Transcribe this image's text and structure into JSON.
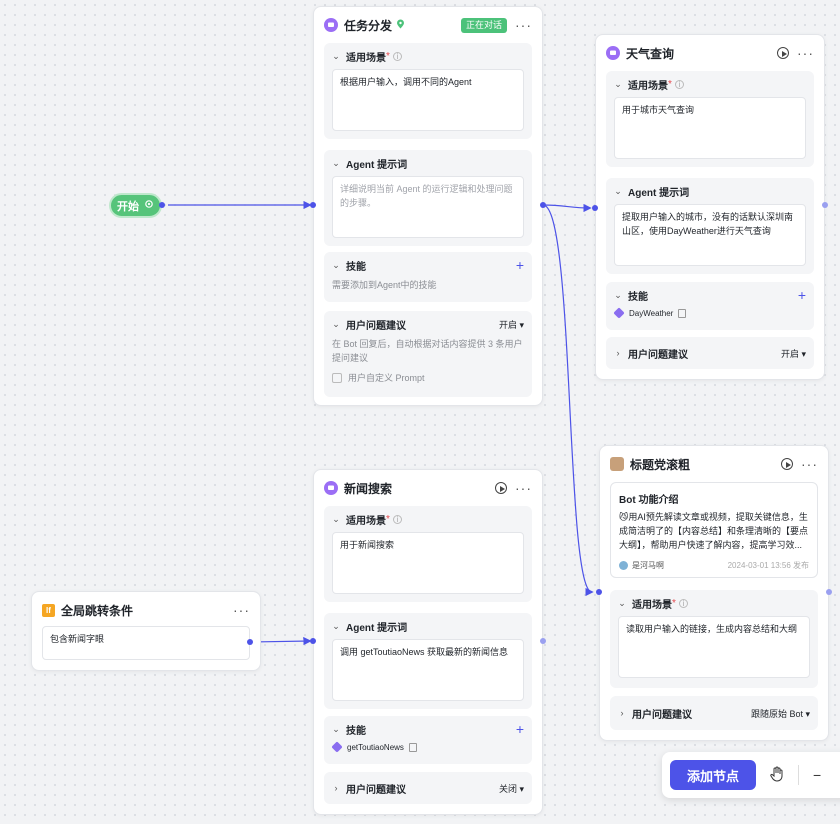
{
  "start_node": {
    "label": "开始"
  },
  "task_node": {
    "title": "任务分发",
    "badge": "正在对话",
    "scenario": {
      "label": "适用场景",
      "text": "根据用户输入，调用不同的Agent"
    },
    "prompt": {
      "label": "Agent 提示词",
      "placeholder": "详细说明当前 Agent 的运行逻辑和处理问题的步骤。"
    },
    "skills": {
      "label": "技能",
      "hint": "需要添加到Agent中的技能"
    },
    "suggest": {
      "label": "用户问题建议",
      "value": "开启",
      "desc": "在 Bot 回复后，自动根据对话内容提供 3 条用户提问建议",
      "custom_label": "用户自定义 Prompt"
    }
  },
  "weather_node": {
    "title": "天气查询",
    "scenario": {
      "label": "适用场景",
      "text": "用于城市天气查询"
    },
    "prompt": {
      "label": "Agent 提示词",
      "text": "提取用户输入的城市，没有的话默认深圳南山区，使用DayWeather进行天气查询"
    },
    "skills": {
      "label": "技能",
      "item": "DayWeather"
    },
    "suggest": {
      "label": "用户问题建议",
      "value": "开启"
    }
  },
  "title_node": {
    "title": "标题党滚粗",
    "bot_intro": {
      "heading": "Bot 功能介绍",
      "text": "😼用AI预先解读文章或视频，提取关键信息，生成简洁明了的【内容总结】和条理清晰的【要点大纲】，帮助用户快速了解内容，提高学习效...",
      "author": "是河马啊",
      "date": "2024-03-01 13:56 发布"
    },
    "scenario": {
      "label": "适用场景",
      "text": "读取用户输入的链接，生成内容总结和大纲"
    },
    "suggest": {
      "label": "用户问题建议",
      "value": "跟随原始 Bot"
    }
  },
  "news_node": {
    "title": "新闻搜索",
    "scenario": {
      "label": "适用场景",
      "text": "用于新闻搜索"
    },
    "prompt": {
      "label": "Agent 提示词",
      "text": "调用 getToutiaoNews 获取最新的新闻信息"
    },
    "skills": {
      "label": "技能",
      "item": "getToutiaoNews"
    },
    "suggest": {
      "label": "用户问题建议",
      "value": "关闭"
    }
  },
  "global_node": {
    "icon_text": "If",
    "title": "全局跳转条件",
    "condition": "包含新闻字眼"
  },
  "toolbar": {
    "add_node": "添加节点",
    "minus": "−"
  },
  "colors": {
    "accent": "#4d53e8",
    "start_green": "#56c47a",
    "agent_purple": "#9b6ef5",
    "global_orange": "#f5a623"
  }
}
